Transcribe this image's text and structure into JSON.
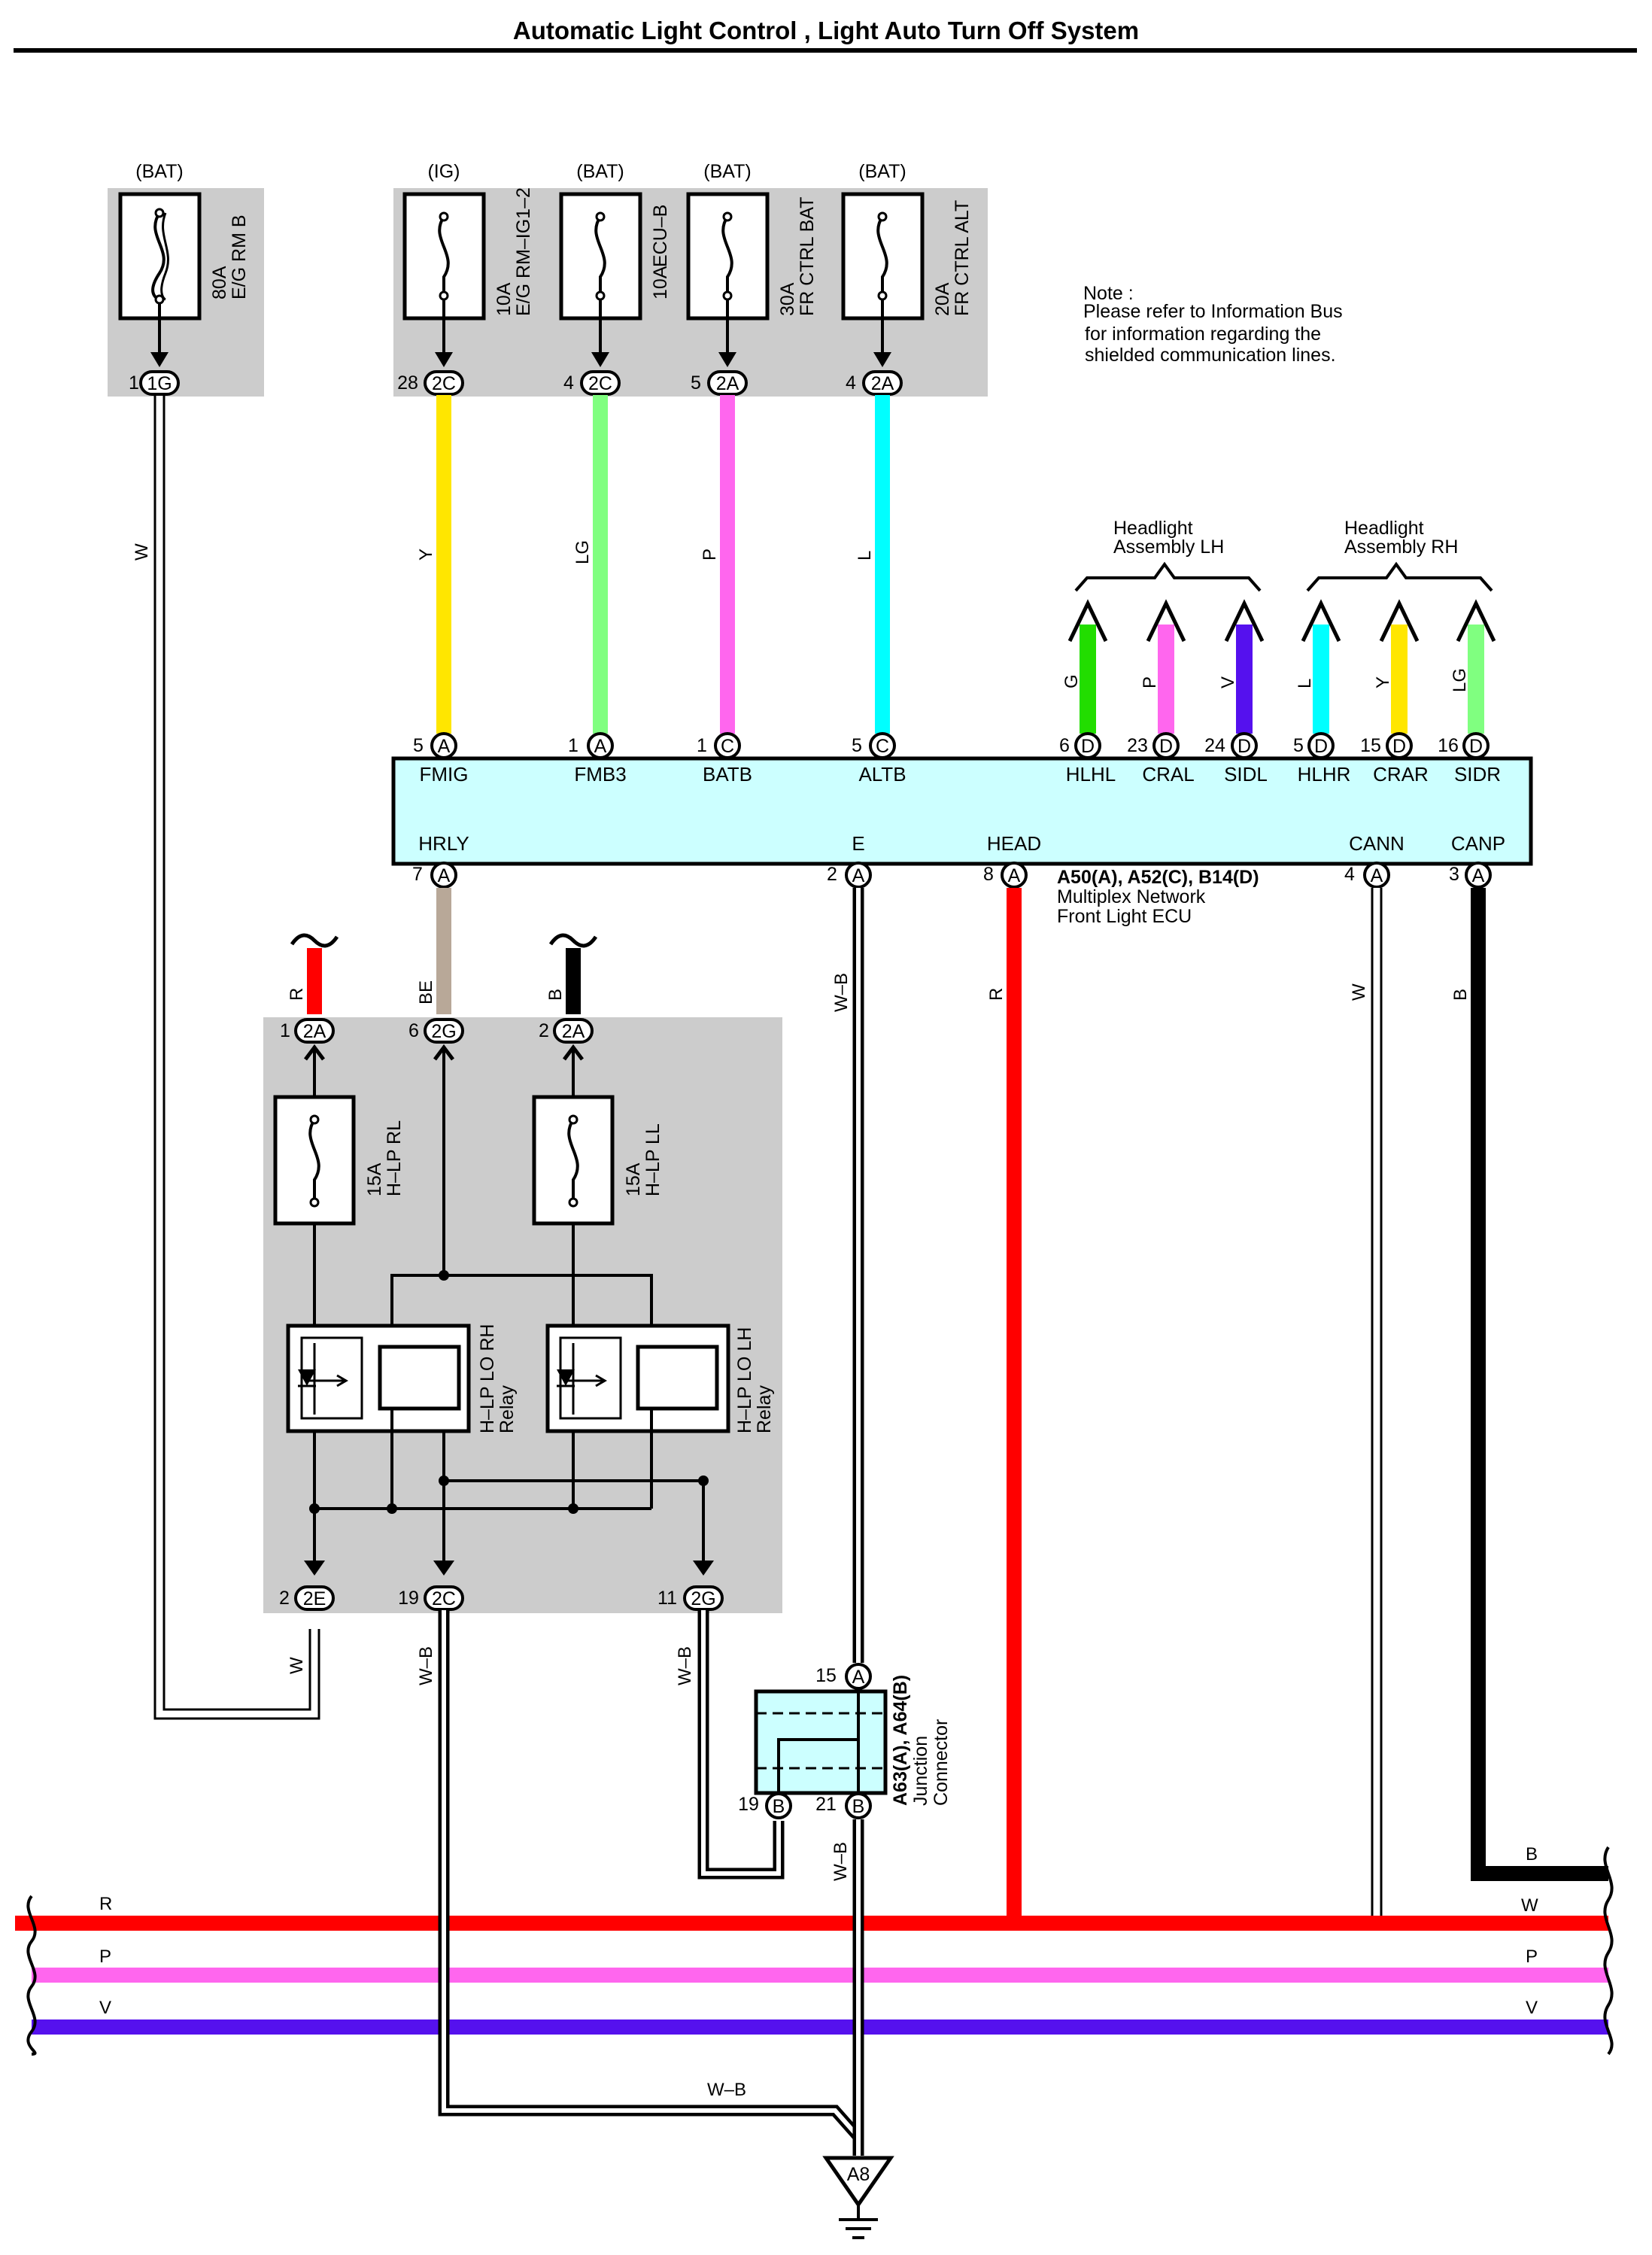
{
  "page": {
    "title": "Automatic Light Control , Light Auto Turn Off System"
  },
  "note": {
    "line1": "Note :",
    "line2": "Please refer to Information Bus",
    "line3": "for information regarding the",
    "line4": "shielded communication lines."
  },
  "fuses": {
    "f80": {
      "supply": "(BAT)",
      "rating": "80A",
      "name": "E/G RM B",
      "pin": "1",
      "conn": "1G"
    },
    "f10ig": {
      "supply": "(IG)",
      "rating": "10A",
      "name": "E/G RM–IG1–2",
      "pin": "28",
      "conn": "2C"
    },
    "f10ecu": {
      "supply": "(BAT)",
      "rating": "10A",
      "name": "ECU–B",
      "pin": "4",
      "conn": "2C"
    },
    "f30": {
      "supply": "(BAT)",
      "rating": "30A",
      "name": "FR CTRL BAT",
      "pin": "5",
      "conn": "2A"
    },
    "f20": {
      "supply": "(BAT)",
      "rating": "20A",
      "name": "FR CTRL ALT",
      "pin": "4",
      "conn": "2A"
    },
    "hlprl": {
      "rating": "15A",
      "name": "H–LP RL"
    },
    "hlpll": {
      "rating": "15A",
      "name": "H–LP LL"
    }
  },
  "wires": {
    "w_bat80": "W",
    "y": "Y",
    "lg": "LG",
    "p": "P",
    "l": "L",
    "g_out": "G",
    "p_out": "P",
    "v_out": "V",
    "l_out": "L",
    "y_out": "Y",
    "lg_out": "LG",
    "be": "BE",
    "r_top": "R",
    "b_top": "B",
    "wb_e": "W–B",
    "r_head": "R",
    "w_cann": "W",
    "b_canp": "B",
    "w_2e": "W",
    "wb_2c": "W–B",
    "wb_2g": "W–B",
    "wb_b21": "W–B",
    "bus_r": "R",
    "bus_p": "P",
    "bus_v": "V",
    "bus_p_r": "P",
    "bus_v_r": "V",
    "bus_b_r": "B",
    "bus_w_r": "W",
    "wb_gnd": "W–B"
  },
  "headlights": {
    "lh_line1": "Headlight",
    "lh_line2": "Assembly LH",
    "rh_line1": "Headlight",
    "rh_line2": "Assembly RH"
  },
  "ecu": {
    "ref": "A50(A), A52(C), B14(D)",
    "line2": "Multiplex Network",
    "line3": "Front Light ECU",
    "top_pins": [
      {
        "num": "5",
        "conn": "A",
        "name": "FMIG"
      },
      {
        "num": "1",
        "conn": "A",
        "name": "FMB3"
      },
      {
        "num": "1",
        "conn": "C",
        "name": "BATB"
      },
      {
        "num": "5",
        "conn": "C",
        "name": "ALTB"
      },
      {
        "num": "6",
        "conn": "D",
        "name": "HLHL"
      },
      {
        "num": "23",
        "conn": "D",
        "name": "CRAL"
      },
      {
        "num": "24",
        "conn": "D",
        "name": "SIDL"
      },
      {
        "num": "5",
        "conn": "D",
        "name": "HLHR"
      },
      {
        "num": "15",
        "conn": "D",
        "name": "CRAR"
      },
      {
        "num": "16",
        "conn": "D",
        "name": "SIDR"
      }
    ],
    "bottom_pins": [
      {
        "num": "7",
        "conn": "A",
        "name": "HRLY"
      },
      {
        "num": "2",
        "conn": "A",
        "name": "E"
      },
      {
        "num": "8",
        "conn": "A",
        "name": "HEAD"
      },
      {
        "num": "4",
        "conn": "A",
        "name": "CANN"
      },
      {
        "num": "3",
        "conn": "A",
        "name": "CANP"
      }
    ]
  },
  "relay_box": {
    "top_r": {
      "pin": "1",
      "conn": "2A"
    },
    "top_be": {
      "pin": "6",
      "conn": "2G"
    },
    "top_b": {
      "pin": "2",
      "conn": "2A"
    },
    "bot_2e": {
      "pin": "2",
      "conn": "2E"
    },
    "bot_2c": {
      "pin": "19",
      "conn": "2C"
    },
    "bot_2g": {
      "pin": "11",
      "conn": "2G"
    },
    "relay_rh": {
      "line1": "H–LP LO RH",
      "line2": "Relay"
    },
    "relay_lh": {
      "line1": "H–LP LO LH",
      "line2": "Relay"
    }
  },
  "junction": {
    "line1": "A63(A), A64(B)",
    "line2": "Junction",
    "line3": "Connector",
    "pin_top": {
      "num": "15",
      "conn": "A"
    },
    "pin_b19": {
      "num": "19",
      "conn": "B"
    },
    "pin_b21": {
      "num": "21",
      "conn": "B"
    }
  },
  "ground": {
    "label": "A8"
  },
  "colors": {
    "Y": "#ffe600",
    "LG": "#80ff80",
    "P": "#ff66ee",
    "L": "#00ffff",
    "G": "#22dd00",
    "V": "#5511ee",
    "R": "#ff0000",
    "B": "#000000",
    "BE": "#b8a898",
    "box": "#cccccc",
    "ecu": "#ccffff"
  }
}
